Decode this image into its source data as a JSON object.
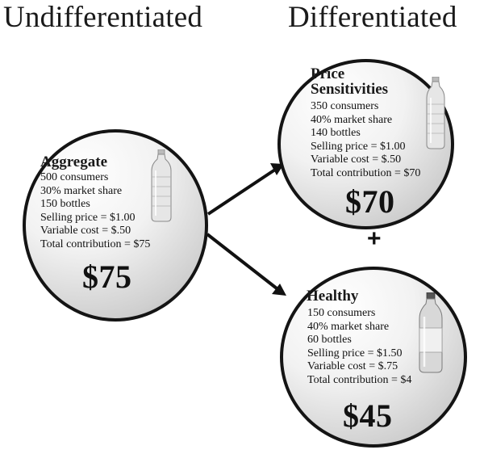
{
  "headings": {
    "left": "Undifferentiated",
    "right": "Differentiated"
  },
  "segments": [
    {
      "id": "aggregate",
      "title": "Aggregate",
      "lines": [
        "500 consumers",
        "30% market share",
        "150 bottles",
        "Selling price = $1.00",
        "Variable cost = $.50",
        "Total contribution = $75"
      ],
      "value": "$75"
    },
    {
      "id": "price-sensitivities",
      "title_lines": [
        "Price",
        "Sensitivities"
      ],
      "lines": [
        "350 consumers",
        "40% market share",
        "140 bottles",
        "Selling price = $1.00",
        "Variable cost = $.50",
        "Total contribution = $70"
      ],
      "value": "$70"
    },
    {
      "id": "healthy",
      "title": "Healthy",
      "lines": [
        "150 consumers",
        "40% market share",
        "60 bottles",
        "Selling price = $1.50",
        "Variable cost = $.75",
        "Total contribution = $4"
      ],
      "value": "$45"
    }
  ],
  "plus_sign": "+",
  "icons": [
    "water-bottle-icon",
    "arrow-right-icon"
  ]
}
